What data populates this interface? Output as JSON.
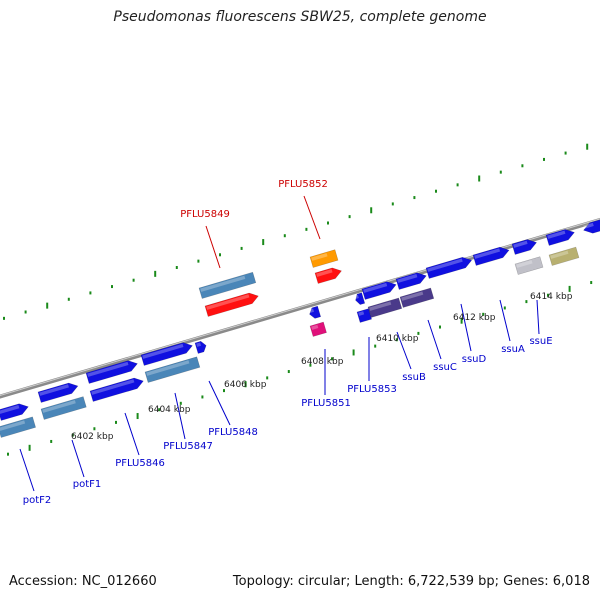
{
  "title": "Pseudomonas fluorescens SBW25, complete genome",
  "footer": {
    "accession": "Accession: NC_012660",
    "summary": "Topology: circular; Length: 6,722,539 bp; Genes: 6,018"
  },
  "colors": {
    "forward_gene": "#1010e0",
    "reverse_gene": "#2020d8",
    "steelblue_gene": "#4a86b8",
    "red_gene": "#ff1010",
    "orange_gene": "#ff9a00",
    "magenta_gene": "#e0107a",
    "purple_gene": "#4a3a8a",
    "gray_gene": "#c0c0c8",
    "olive_gene": "#b8b070",
    "tick": "#1a8a1a",
    "blue_label": "#0000cc",
    "red_label": "#cc0000"
  },
  "scale_labels": [
    "6402 kbp",
    "6404 kbp",
    "6406 kbp",
    "6408 kbp",
    "6410 kbp",
    "6412 kbp",
    "6414 kbp"
  ],
  "gene_labels": [
    {
      "text": "potF2",
      "color": "blue"
    },
    {
      "text": "potF1",
      "color": "blue"
    },
    {
      "text": "PFLU5846",
      "color": "blue"
    },
    {
      "text": "PFLU5847",
      "color": "blue"
    },
    {
      "text": "PFLU5848",
      "color": "blue"
    },
    {
      "text": "PFLU5849",
      "color": "red"
    },
    {
      "text": "PFLU5852",
      "color": "red"
    },
    {
      "text": "PFLU5851",
      "color": "blue"
    },
    {
      "text": "PFLU5853",
      "color": "blue"
    },
    {
      "text": "ssuB",
      "color": "blue"
    },
    {
      "text": "ssuC",
      "color": "blue"
    },
    {
      "text": "ssuD",
      "color": "blue"
    },
    {
      "text": "ssuA",
      "color": "blue"
    },
    {
      "text": "ssuE",
      "color": "blue"
    }
  ]
}
